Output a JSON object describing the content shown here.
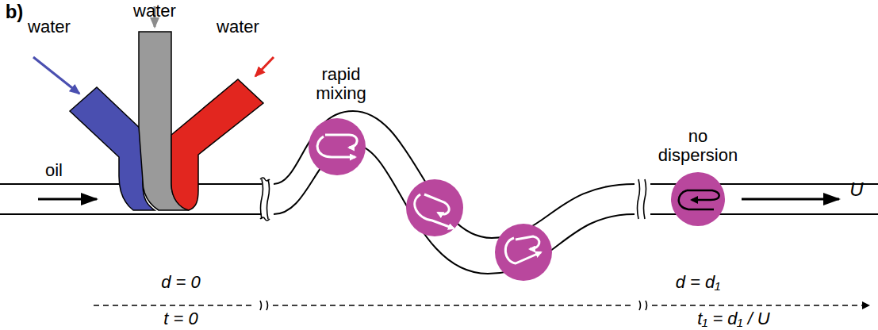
{
  "diagram": {
    "labels": [
      "b)",
      "water",
      "water",
      "water",
      "oil",
      "rapid mixing",
      "no dispersion",
      "U",
      "d = 0",
      "t = 0",
      "d = d₁",
      "t₁ = d₁ / U"
    ]
  }
}
